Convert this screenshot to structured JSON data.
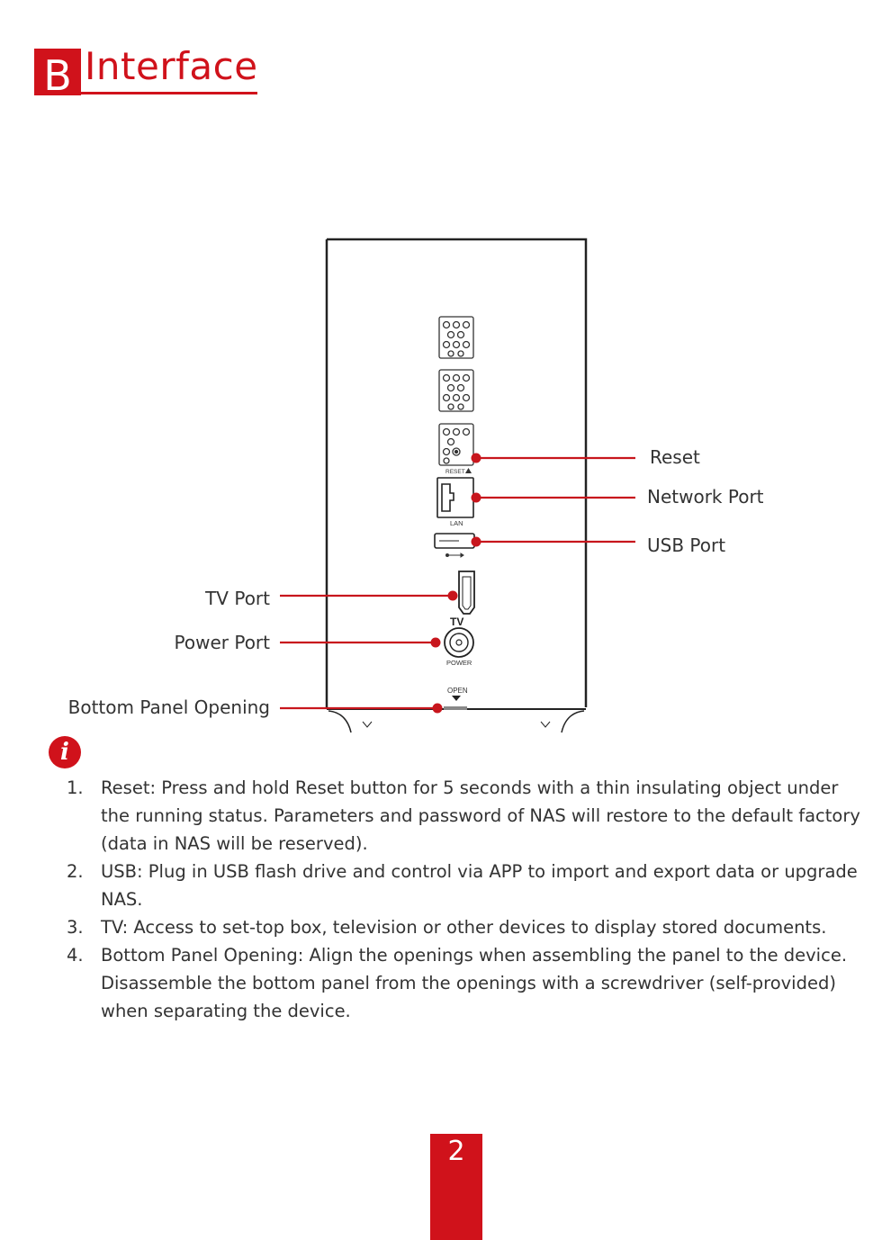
{
  "header": {
    "letter": "B",
    "title": "Interface"
  },
  "diagram": {
    "labels": {
      "reset": "Reset",
      "network_port": "Network Port",
      "usb_port": "USB Port",
      "tv_port": "TV Port",
      "power_port": "Power Port",
      "bottom_panel_opening": "Bottom Panel Opening"
    },
    "device_text": {
      "reset": "RESET",
      "lan": "LAN",
      "tv": "TV",
      "power": "POWER",
      "open": "OPEN"
    }
  },
  "info_icon": "i",
  "notes": [
    {
      "num": "1.",
      "text": "Reset: Press and hold Reset button for 5 seconds with a thin insulating object under the running status. Parameters and password of NAS will restore to the default factory (data in NAS will be reserved)."
    },
    {
      "num": "2.",
      "text": "USB: Plug in USB flash drive and control via APP to import and export data or upgrade NAS."
    },
    {
      "num": "3.",
      "text": "TV: Access to set-top box, television or other devices to display stored documents."
    },
    {
      "num": "4.",
      "text": "Bottom Panel Opening: Align the openings when assembling the panel to the device. Disassemble the bottom panel from the openings with a screwdriver (self-provided) when separating the device."
    }
  ],
  "page_number": "2",
  "colors": {
    "accent": "#d0121b"
  }
}
